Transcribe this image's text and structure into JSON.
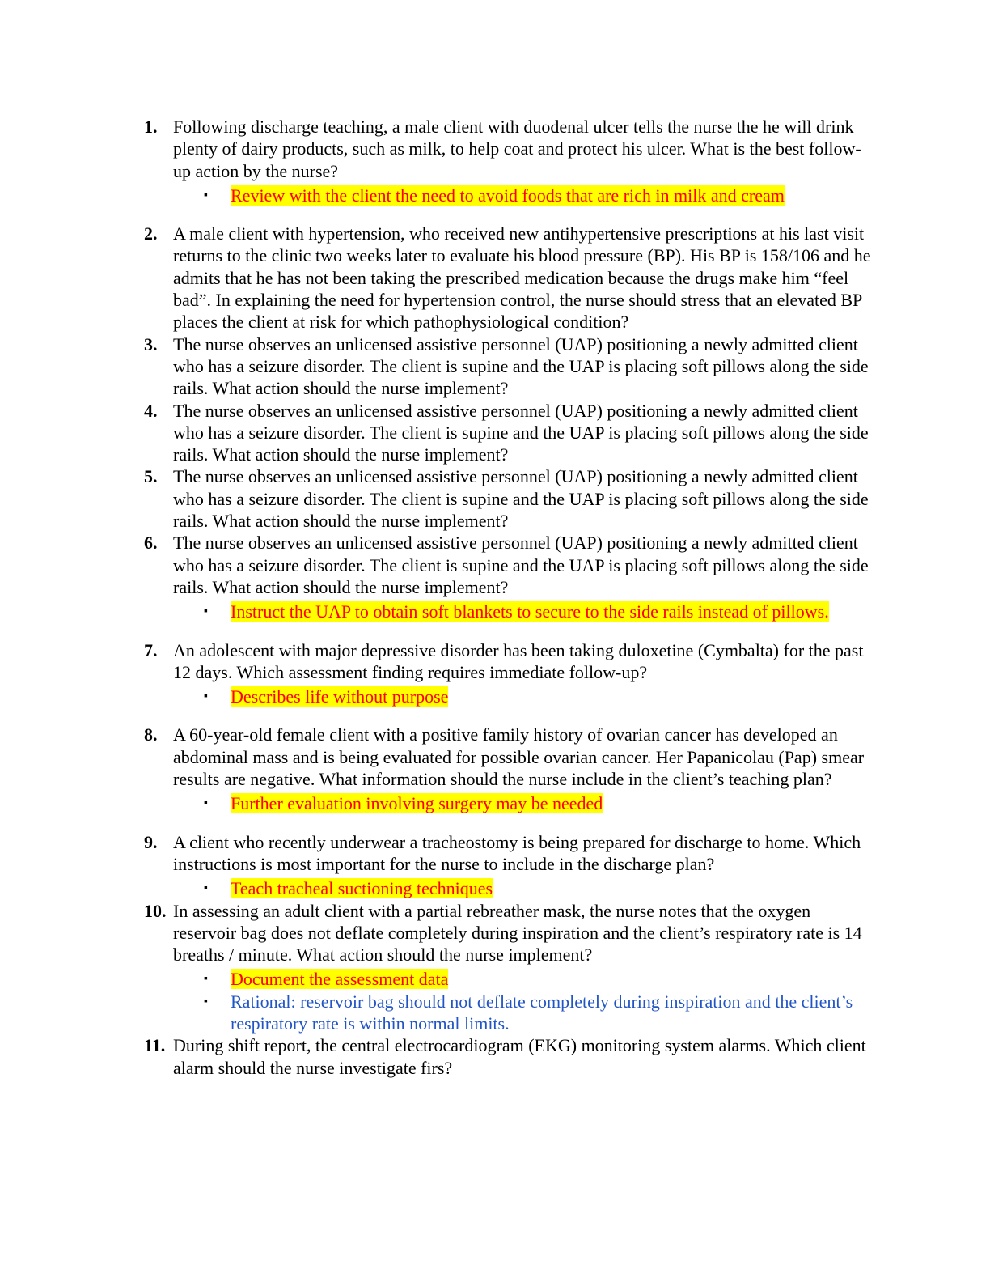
{
  "colors": {
    "highlight_bg": "#ffff00",
    "answer_text": "#ff0000",
    "rationale_text": "#2255c4"
  },
  "questions": [
    {
      "num": "1.",
      "text": "Following discharge teaching, a male client with duodenal ulcer tells the nurse the he will drink plenty of dairy products, such as milk, to help coat and protect his ulcer. What is the best follow-up action by the nurse?",
      "answers": [
        {
          "text": "Review with the client the need to avoid foods that are rich in milk and cream"
        }
      ]
    },
    {
      "num": "2.",
      "text": "A male client with hypertension, who received new antihypertensive prescriptions at his last visit returns to the clinic two weeks later to evaluate his blood pressure (BP). His BP is 158/106 and he admits that he has not been taking the prescribed medication because the drugs make him “feel bad”. In explaining the need for hypertension control, the nurse should stress that an elevated BP places the client at risk for which pathophysiological condition?"
    },
    {
      "num": "3.",
      "text": "The nurse observes an unlicensed assistive personnel (UAP) positioning a newly admitted client who has a seizure disorder. The client is supine and the UAP is placing soft pillows along the side rails. What action should the nurse implement?"
    },
    {
      "num": "4.",
      "text": "The nurse observes an unlicensed assistive personnel (UAP) positioning a newly admitted client who has a seizure disorder. The client is supine and the UAP is placing soft pillows along the side rails. What action should the nurse implement?"
    },
    {
      "num": "5.",
      "text": "The nurse observes an unlicensed assistive personnel (UAP) positioning a newly admitted client who has a seizure disorder. The client is supine and the UAP is placing soft pillows along the side rails. What action should the nurse implement?"
    },
    {
      "num": "6.",
      "text": "The nurse observes an unlicensed assistive personnel (UAP) positioning a newly admitted client who has a seizure disorder. The client is supine and the UAP is placing soft pillows along the side rails. What action should the nurse implement?",
      "answers": [
        {
          "text": "Instruct the UAP to obtain soft blankets to secure to the side rails instead of pillows."
        }
      ]
    },
    {
      "num": "7.",
      "text": "An adolescent with major depressive disorder has been taking duloxetine (Cymbalta) for the past 12 days. Which assessment finding requires immediate follow-up?",
      "answers": [
        {
          "text": "Describes life without purpose"
        }
      ]
    },
    {
      "num": "8.",
      "text": "A 60-year-old female client with a positive family history of ovarian cancer has developed an abdominal mass and is being evaluated for possible ovarian cancer. Her Papanicolau (Pap) smear results are negative. What information should the nurse include in the client’s teaching plan?",
      "answers": [
        {
          "text": "Further evaluation involving surgery may be needed"
        }
      ]
    },
    {
      "num": "9.",
      "text": "A client who recently underwear a tracheostomy is being prepared for discharge to home. Which instructions is most important for the nurse to include in the discharge plan?",
      "answers": [
        {
          "text": "Teach tracheal suctioning techniques"
        }
      ]
    },
    {
      "num": "10.",
      "text": "In assessing an adult client with a partial rebreather mask, the nurse notes that the oxygen reservoir bag does not deflate completely during inspiration and the client’s respiratory rate is 14 breaths / minute. What action should the nurse implement?",
      "answers": [
        {
          "text": "Document the assessment data"
        },
        {
          "text": "Rational: reservoir bag should not deflate completely during inspiration and the client’s respiratory rate is within normal limits."
        }
      ]
    },
    {
      "num": "11.",
      "text": "During shift report, the central electrocardiogram (EKG) monitoring system alarms. Which client alarm should the nurse investigate firs?"
    }
  ]
}
